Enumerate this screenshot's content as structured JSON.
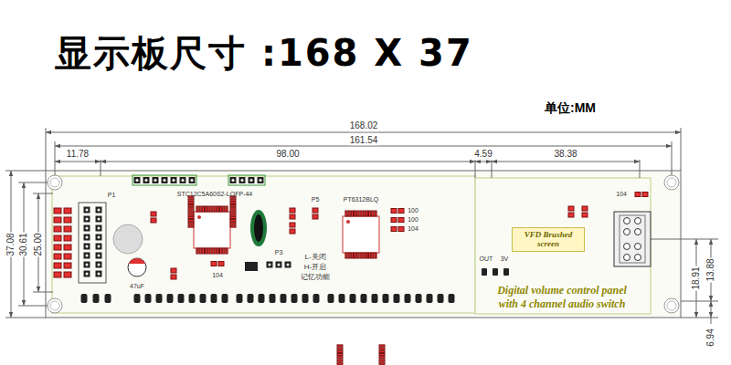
{
  "diagram": {
    "title": "显示板尺寸 :168 X 37",
    "nodes": [
      {
        "text": [
          "VFD Brushed screen"
        ]
      }
    ],
    "labels": [
      "单位:MM",
      "168.02",
      "161.54",
      "11.78",
      "98.00",
      "4.59",
      "38.38",
      "37.08",
      "30.61",
      "25.00",
      "13.88",
      "18.91",
      "6.94",
      "P1",
      "STC12C5A60S2-LQFP-44",
      "PT6312BLQ",
      "P5",
      "100",
      "100",
      "104",
      "47uF",
      "104",
      "P3",
      "L-关闭",
      "H-开启",
      "记忆功能",
      "OUT",
      "3V",
      "104",
      "Digital volume control panel",
      "with 4 channel audio switch"
    ]
  }
}
